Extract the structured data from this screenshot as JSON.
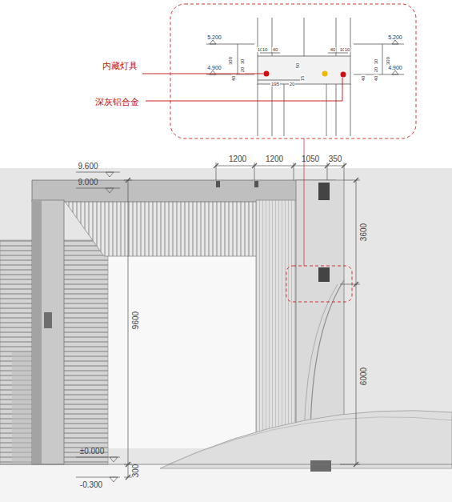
{
  "diagram": {
    "labels": [
      "5.200",
      "10",
      "10",
      "40",
      "40",
      "10",
      "10",
      "5.200",
      "300",
      "4.900",
      "30",
      "20",
      "40",
      "50",
      "15",
      "195",
      "20",
      "30",
      "20",
      "40",
      "40",
      "300",
      "4.900",
      "内藏灯具",
      "深灰铝合金",
      "9.600",
      "9.000",
      "1200",
      "1200",
      "1050",
      "350",
      "3600",
      "9600",
      "6000",
      "±0.000",
      "300",
      "-0.300"
    ]
  }
}
